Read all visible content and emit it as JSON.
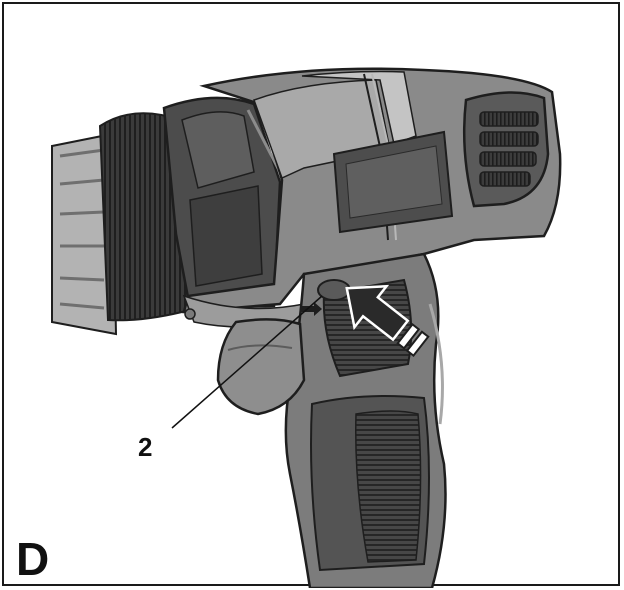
{
  "figure": {
    "letter": "D",
    "callout_number": "2"
  },
  "colors": {
    "frame": "#1a1a1a",
    "body_dark": "#4a4a4a",
    "body_mid": "#7a7a7a",
    "body_light": "#a6a6a6",
    "highlight": "#c9c9c9",
    "chuck_teeth": "#2b2b2b",
    "outline": "#1e1e1e"
  },
  "icons": [
    "drill-illustration",
    "push-arrow-icon",
    "leader-line",
    "forward-reverse-button"
  ]
}
